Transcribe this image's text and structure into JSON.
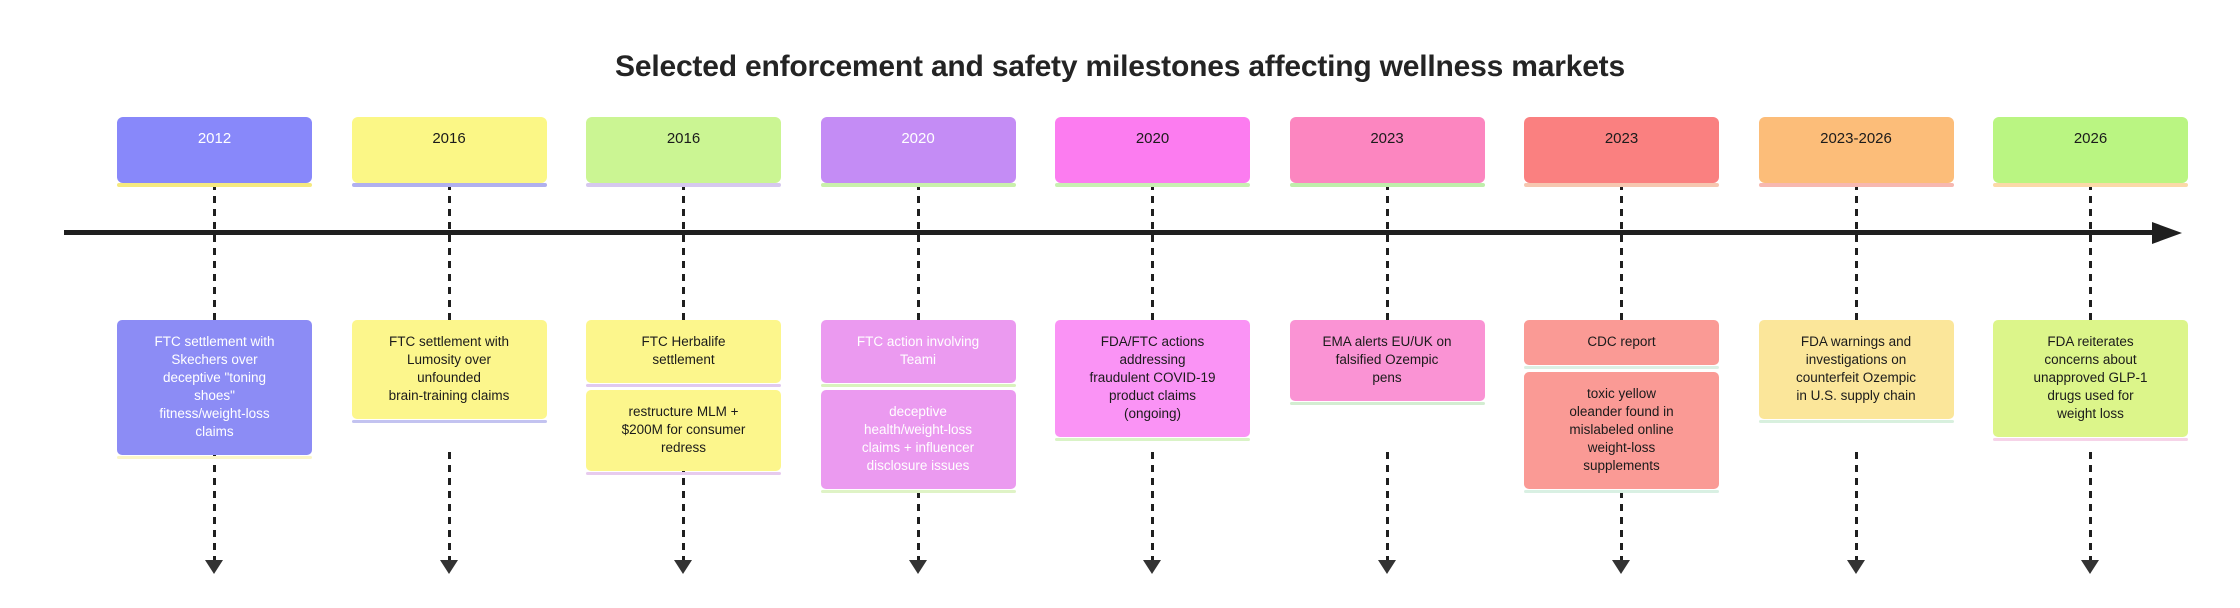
{
  "title": "Selected enforcement and safety milestones affecting wellness markets",
  "axis": {
    "line_name": "timeline-axis",
    "arrow_direction": "right"
  },
  "colors": {
    "axis": "#1f1f1f",
    "title_text": "#242424",
    "page_background": "#ffffff"
  },
  "sections": [
    {
      "period": "2012",
      "period_bg": "#8888fa",
      "period_text_color": "#ffffff",
      "underline_color": "#f5e97f",
      "events": [
        {
          "text": "FTC settlement with\nSkechers over\ndeceptive \"toning\nshoes\"\nfitness/weight-loss\nclaims",
          "bg": "#8c8cf5",
          "text_color": "#ffffff",
          "underline_color": "#fbf6c8"
        }
      ]
    },
    {
      "period": "2016",
      "period_bg": "#fbf786",
      "period_text_color": "#1b1b1b",
      "underline_color": "#b0b0ee",
      "events": [
        {
          "text": "FTC settlement with\nLumosity over\nunfounded\nbrain-training claims",
          "bg": "#fcf68c",
          "text_color": "#1b1b1b",
          "underline_color": "#c3c3f0"
        }
      ]
    },
    {
      "period": "2016",
      "period_bg": "#cbf593",
      "period_text_color": "#1b1b1b",
      "underline_color": "#d6c8ee",
      "events": [
        {
          "text": "FTC Herbalife\nsettlement",
          "bg": "#fcf68c",
          "text_color": "#1b1b1b",
          "underline_color": "#e0c9ef"
        },
        {
          "text": "restructure MLM +\n$200M for consumer\nredress",
          "bg": "#fcf68c",
          "text_color": "#1b1b1b",
          "underline_color": "#e7cbee"
        }
      ]
    },
    {
      "period": "2020",
      "period_bg": "#c48cf5",
      "period_text_color": "#ffffff",
      "underline_color": "#c9f0ab",
      "events": [
        {
          "text": "FTC action involving\nTeami",
          "bg": "#eb9af0",
          "text_color": "#ffffff",
          "underline_color": "#d9f2bd"
        },
        {
          "text": "deceptive\nhealth/weight-loss\nclaims + influencer\ndisclosure issues",
          "bg": "#eb9af0",
          "text_color": "#ffffff",
          "underline_color": "#dff3c6"
        }
      ]
    },
    {
      "period": "2020",
      "period_bg": "#fc7cf0",
      "period_text_color": "#1b1b1b",
      "underline_color": "#c8f0b2",
      "events": [
        {
          "text": "FDA/FTC actions\naddressing\nfraudulent COVID-19\nproduct claims\n(ongoing)",
          "bg": "#fa93f5",
          "text_color": "#1b1b1b",
          "underline_color": "#d9f3c6"
        }
      ]
    },
    {
      "period": "2023",
      "period_bg": "#fc86c0",
      "period_text_color": "#1b1b1b",
      "underline_color": "#bfeeab",
      "events": [
        {
          "text": "EMA alerts EU/UK on\nfalsified Ozempic\npens",
          "bg": "#fa93d4",
          "text_color": "#1b1b1b",
          "underline_color": "#d3edd1"
        }
      ]
    },
    {
      "period": "2023",
      "period_bg": "#fa8080",
      "period_text_color": "#1b1b1b",
      "underline_color": "#f6c7b0",
      "events": [
        {
          "text": "CDC report",
          "bg": "#fa9a95",
          "text_color": "#1b1b1b",
          "underline_color": "#ddf0e4"
        },
        {
          "text": "toxic yellow\noleander found in\nmislabeled online\nweight-loss\nsupplements",
          "bg": "#fa9a95",
          "text_color": "#1b1b1b",
          "underline_color": "#d9f0e3"
        }
      ]
    },
    {
      "period": "2023-2026",
      "period_bg": "#fcbd79",
      "period_text_color": "#1b1b1b",
      "underline_color": "#f7b8b0",
      "events": [
        {
          "text": "FDA warnings and\ninvestigations on\ncounterfeit Ozempic\nin U.S. supply chain",
          "bg": "#fbe69a",
          "text_color": "#1b1b1b",
          "underline_color": "#d8f0de"
        }
      ]
    },
    {
      "period": "2026",
      "period_bg": "#baf582",
      "period_text_color": "#1b1b1b",
      "underline_color": "#fbd9a8",
      "events": [
        {
          "text": "FDA reiterates\nconcerns about\nunapproved GLP-1\ndrugs used for\nweight loss",
          "bg": "#dcf58a",
          "text_color": "#1b1b1b",
          "underline_color": "#f6d3e8"
        }
      ]
    }
  ]
}
